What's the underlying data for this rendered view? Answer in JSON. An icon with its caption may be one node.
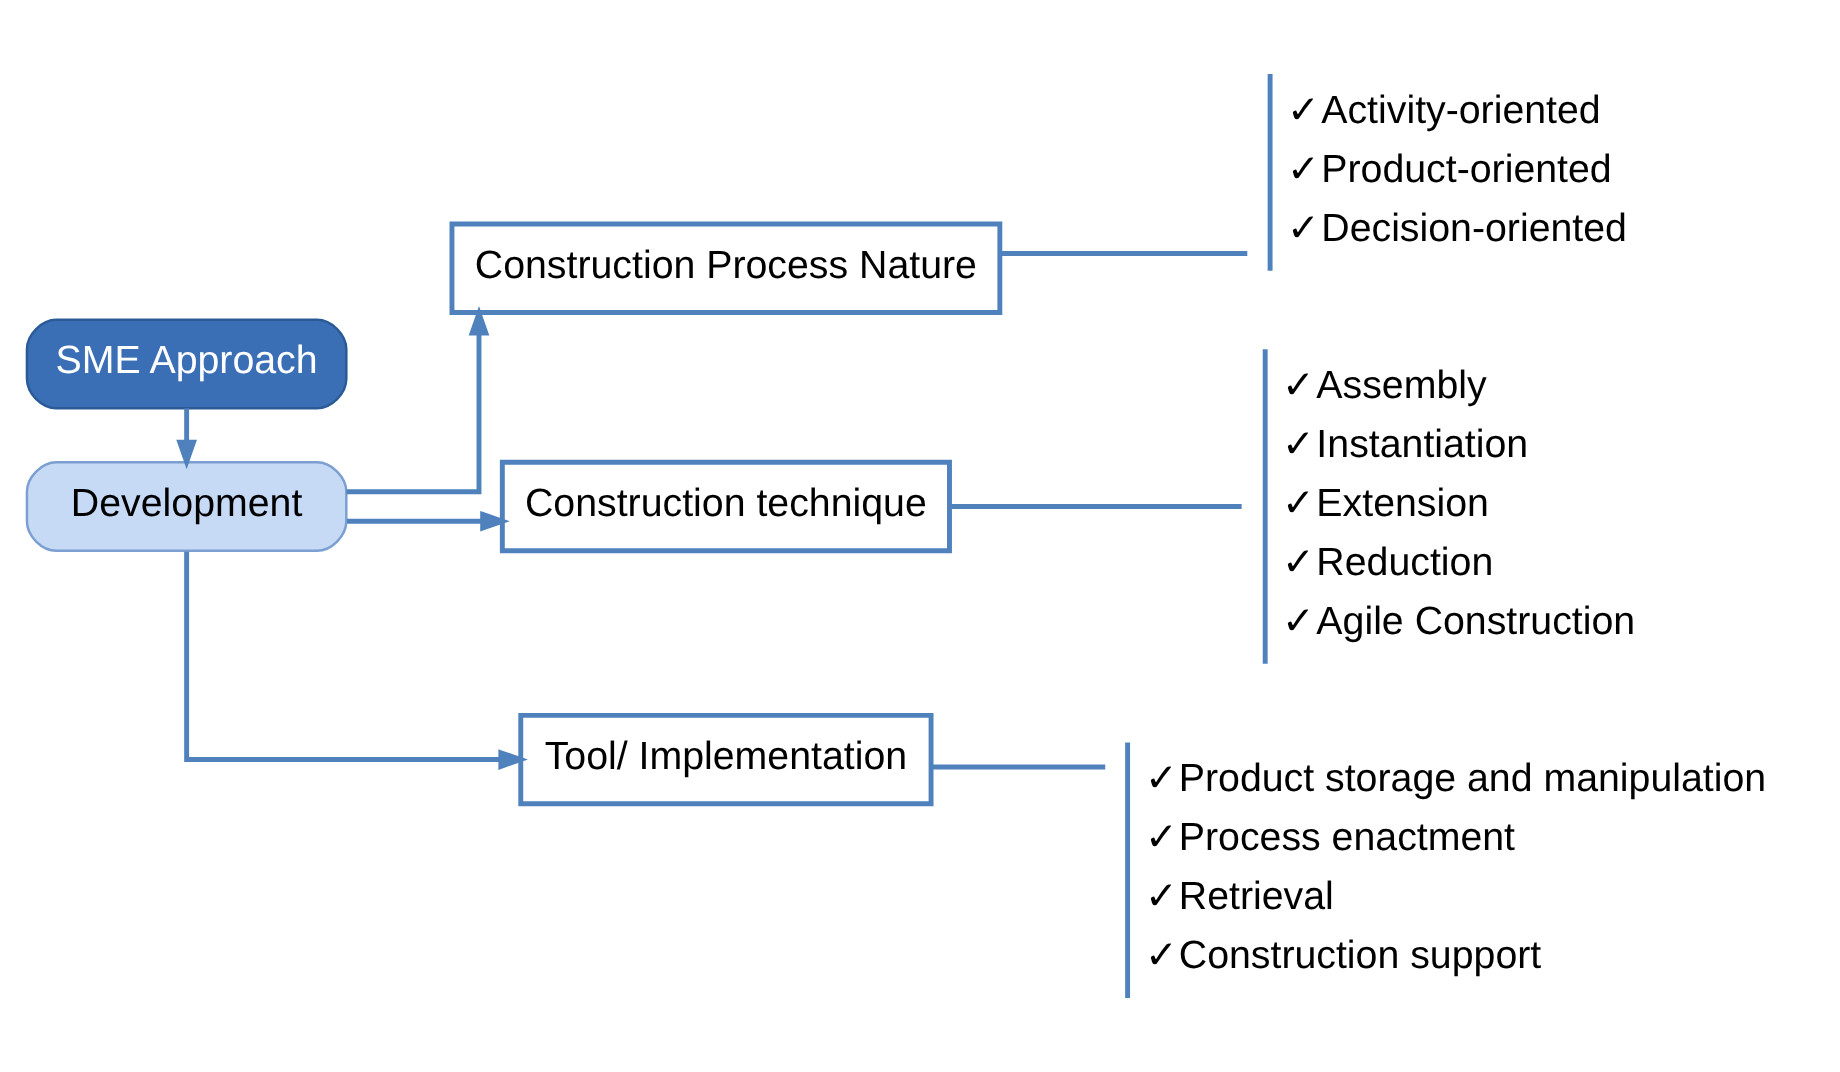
{
  "diagram": {
    "nodes": [
      {
        "text": [
          "SME Approach"
        ]
      },
      {
        "text": [
          "Development"
        ]
      },
      {
        "text": [
          "Construction Process Nature"
        ]
      },
      {
        "text": [
          "Construction technique"
        ]
      },
      {
        "text": [
          "Tool/ Implementation"
        ]
      },
      {
        "text": [
          "✓Activity-oriented",
          "✓Product-oriented",
          "✓Decision-oriented"
        ]
      },
      {
        "text": [
          "✓Assembly",
          "✓Instantiation",
          "✓Extension",
          "✓Reduction",
          "✓Agile Construction"
        ]
      },
      {
        "text": [
          "✓Product storage and manipulation",
          "✓Process enactment",
          "✓Retrieval",
          "✓Construction support"
        ]
      }
    ],
    "edges": [
      {
        "from": 0,
        "to": 1,
        "arrow": "to"
      },
      {
        "from": 1,
        "to": 2,
        "arrow": "to"
      },
      {
        "from": 1,
        "to": 3,
        "arrow": "to"
      },
      {
        "from": 1,
        "to": 4,
        "arrow": "to"
      },
      {
        "from": 2,
        "to": 5,
        "arrow": "none"
      },
      {
        "from": 3,
        "to": 6,
        "arrow": "none"
      },
      {
        "from": 4,
        "to": 7,
        "arrow": "none"
      }
    ]
  }
}
